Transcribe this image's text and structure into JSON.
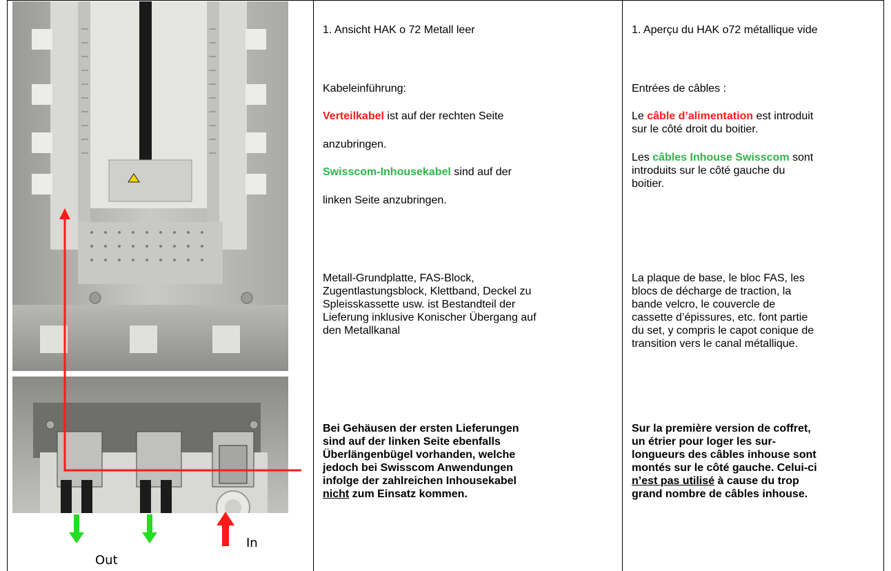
{
  "photos": {
    "top": {
      "description_icon": "enclosure-photo-icon"
    },
    "bottom": {
      "out_label": "Out",
      "in_label": "In"
    }
  },
  "de": {
    "heading": "1. Ansicht HAK o 72 Metall leer",
    "cable_entry": "Kabeleinführung:",
    "verteil_hl": "Verteilkabel",
    "verteil_rest1": " ist auf der rechten Seite",
    "verteil_rest2": "anzubringen.",
    "inhouse_hl": "Swisscom-Inhousekabel",
    "inhouse_rest1": " sind auf der",
    "inhouse_rest2": "linken Seite anzubringen.",
    "parts_l1": "Metall-Grundplatte, FAS-Block,",
    "parts_l2": "Zugentlastungsblock, Klettband, Deckel zu",
    "parts_l3": "Spleisskassette usw. ist Bestandteil der",
    "parts_l4": "Lieferung inklusive Konischer Übergang auf",
    "parts_l5": "den Metallkanal",
    "note_l1": "Bei Gehäusen der ersten Lieferungen",
    "note_l2": "sind auf der linken Seite ebenfalls",
    "note_l3": "Überlängenbügel vorhanden, welche",
    "note_l4": "jedoch bei Swisscom Anwendungen",
    "note_l5": "infolge der zahlreichen Inhousekabel",
    "note_l6_ul": "nicht",
    "note_l6_rest": " zum Einsatz kommen."
  },
  "fr": {
    "heading": "1. Aperçu du HAK o72 métallique vide",
    "cable_entry": "Entrées de câbles :",
    "alim_pre": "Le ",
    "alim_hl": "câble d’alimentation",
    "alim_rest1": " est introduit",
    "alim_rest2": "sur le côté droit du boitier.",
    "inhouse_pre": "Les ",
    "inhouse_hl": "câbles Inhouse Swisscom",
    "inhouse_rest1": " sont",
    "inhouse_rest2": "introduits sur le côté gauche du",
    "inhouse_rest3": "boitier.",
    "parts_l1": "La plaque de base, le bloc FAS, les",
    "parts_l2": "blocs de décharge de traction, la",
    "parts_l3": "bande velcro, le couvercle de",
    "parts_l4": "cassette d’épissures, etc. font partie",
    "parts_l5": "du set, y compris le capot conique de",
    "parts_l6": "transition vers le canal métallique.",
    "note_l1": "Sur la première version de coffret,",
    "note_l2": "un étrier pour loger les sur-",
    "note_l3": "longueurs des câbles inhouse sont",
    "note_l4": "montés sur le côté gauche. Celui-ci",
    "note_l5_ul": "n’est pas utilisé",
    "note_l5_rest": " à cause du trop",
    "note_l6": "grand nombre de câbles inhouse."
  },
  "colors": {
    "red": "#ff1a1a",
    "green": "#2fb34a"
  }
}
